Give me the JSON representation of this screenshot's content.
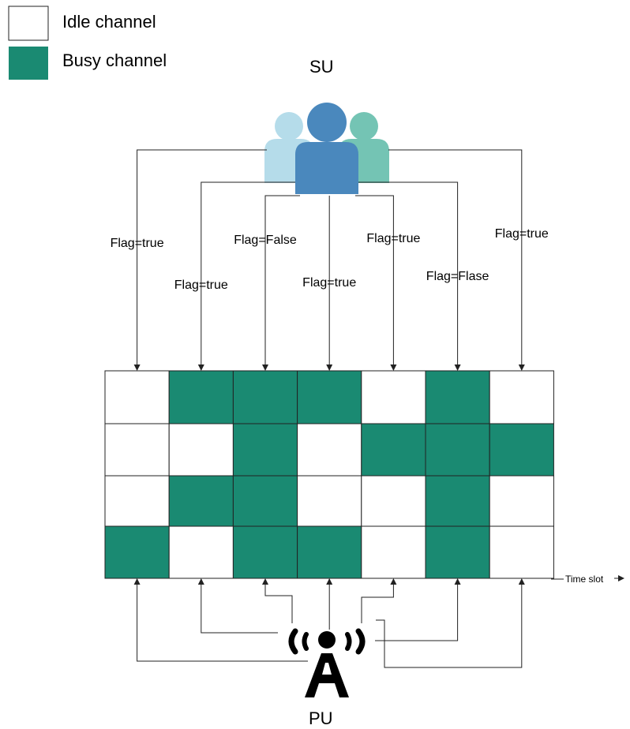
{
  "legend": {
    "idle_label": "Idle channel",
    "busy_label": "Busy channel"
  },
  "colors": {
    "busy": "#1a8a72",
    "idle": "#ffffff",
    "su_left": "#b5dcea",
    "su_center": "#4a88bd",
    "su_right": "#74c4b4",
    "tower": "#000000"
  },
  "su_label": "SU",
  "pu_label": "PU",
  "time_slot_label": "Time slot",
  "flags": [
    "Flag=true",
    "Flag=true",
    "Flag=False",
    "Flag=true",
    "Flag=true",
    "Flag=Flase",
    "Flag=true"
  ],
  "grid": [
    [
      "idle",
      "busy",
      "busy",
      "busy",
      "idle",
      "busy",
      "idle"
    ],
    [
      "idle",
      "idle",
      "busy",
      "idle",
      "busy",
      "busy",
      "busy"
    ],
    [
      "idle",
      "busy",
      "busy",
      "idle",
      "idle",
      "busy",
      "idle"
    ],
    [
      "busy",
      "idle",
      "busy",
      "busy",
      "idle",
      "busy",
      "idle"
    ]
  ],
  "icons": {
    "su": "users-group-icon",
    "pu": "radio-tower-icon"
  }
}
